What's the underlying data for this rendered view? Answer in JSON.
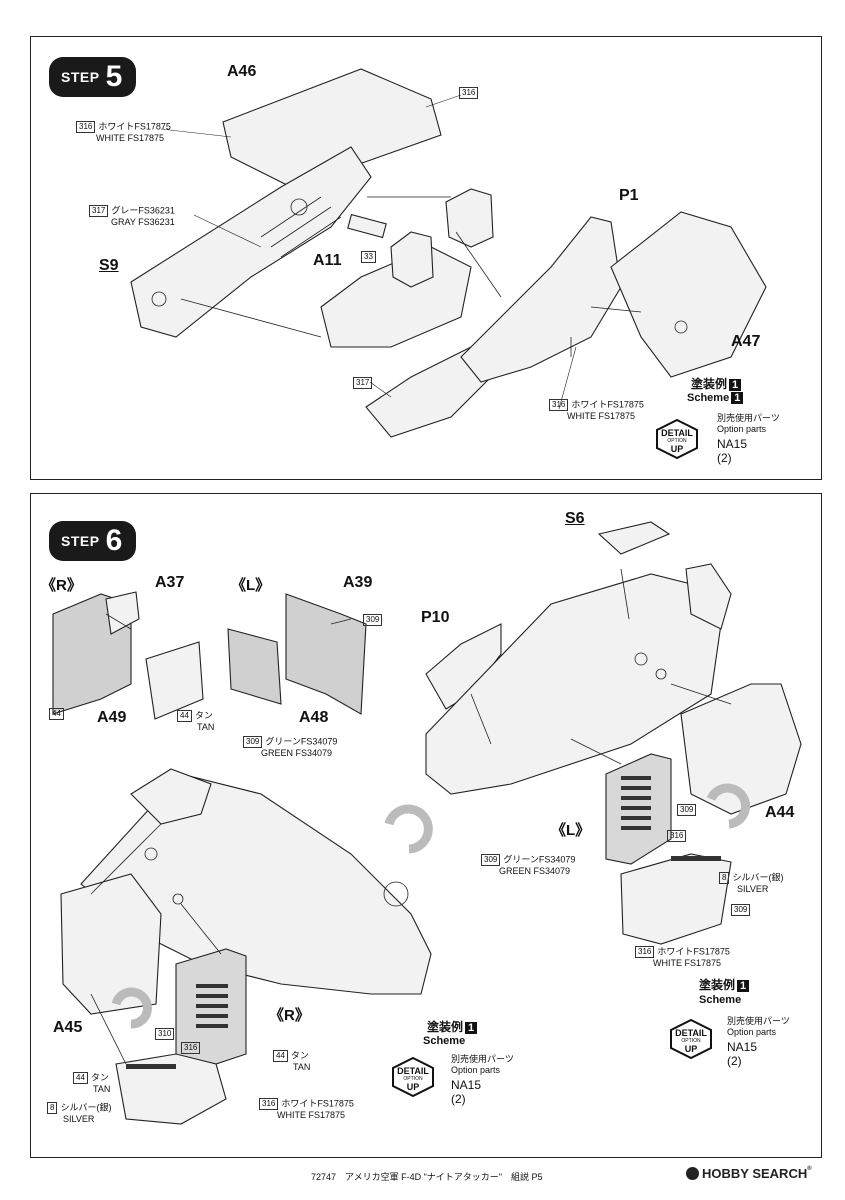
{
  "step5": {
    "badge_word": "STEP",
    "badge_num": "5",
    "parts": {
      "a46": "A46",
      "p1": "P1",
      "a11": "A11",
      "s9": "S9",
      "a47": "A47"
    },
    "callouts": {
      "c316_top": "316",
      "c316_white": {
        "code": "316",
        "jp": "ホワイトFS17875",
        "en": "WHITE FS17875"
      },
      "c317_gray": {
        "code": "317",
        "jp": "グレーFS36231",
        "en": "GRAY FS36231"
      },
      "c33": "33",
      "c317_nose": "317",
      "c316_white_right": {
        "code": "316",
        "jp": "ホワイトFS17875",
        "en": "WHITE FS17875"
      }
    },
    "scheme": {
      "jp": "塗装例",
      "num": "1",
      "en": "Scheme",
      "en_num": "1"
    },
    "option": {
      "jp": "別売使用パーツ",
      "en": "Option parts",
      "part": "NA15",
      "qty": "(2)"
    },
    "detail_badge": {
      "top": "DETAIL",
      "mid": "OPTION",
      "bot": "UP"
    }
  },
  "step6": {
    "badge_word": "STEP",
    "badge_num": "6",
    "side_r": "《R》",
    "side_l": "《L》",
    "parts": {
      "a37": "A37",
      "a39": "A39",
      "a49": "A49",
      "a48": "A48",
      "s6": "S6",
      "p10": "P10",
      "a44": "A44",
      "a45": "A45"
    },
    "callouts": {
      "c44_left": "44",
      "c44_tan": {
        "code": "44",
        "jp": "タン",
        "en": "TAN"
      },
      "c309_top": "309",
      "c309_green": {
        "code": "309",
        "jp": "グリーンFS34079",
        "en": "GREEN FS34079"
      },
      "c309_right": "309",
      "c316_mid": "316",
      "c309_green_l": {
        "code": "309",
        "jp": "グリーンFS34079",
        "en": "GREEN FS34079"
      },
      "c8_silver_r": {
        "code": "8",
        "jp": "シルバー(銀)",
        "en": "SILVER"
      },
      "c309_a44": "309",
      "c316_white_r": {
        "code": "316",
        "jp": "ホワイトFS17875",
        "en": "WHITE FS17875"
      },
      "c310": "310",
      "c316_low": "316",
      "c44_tan_r": {
        "code": "44",
        "jp": "タン",
        "en": "TAN"
      },
      "c44_tan_low": {
        "code": "44",
        "jp": "タン",
        "en": "TAN"
      },
      "c8_silver_low": {
        "code": "8",
        "jp": "シルバー(銀)",
        "en": "SILVER"
      },
      "c316_white_low": {
        "code": "316",
        "jp": "ホワイトFS17875",
        "en": "WHITE FS17875"
      }
    },
    "inner_side_l": "《L》",
    "inner_side_r": "《R》",
    "scheme_a": {
      "jp": "塗装例",
      "num": "1",
      "en": "Scheme"
    },
    "option_a": {
      "jp": "別売使用パーツ",
      "en": "Option parts",
      "part": "NA15",
      "qty": "(2)"
    },
    "scheme_b": {
      "jp": "塗装例",
      "num": "1",
      "en": "Scheme"
    },
    "option_b": {
      "jp": "別売使用パーツ",
      "en": "Option parts",
      "part": "NA15",
      "qty": "(2)"
    },
    "detail_badge": {
      "top": "DETAIL",
      "mid": "OPTION",
      "bot": "UP"
    }
  },
  "footer": {
    "text": "72747　アメリカ空軍 F-4D \"ナイトアタッカー\"　組説 P5"
  },
  "logo": {
    "text": "HOBBY SEARCH",
    "reg": "®"
  }
}
